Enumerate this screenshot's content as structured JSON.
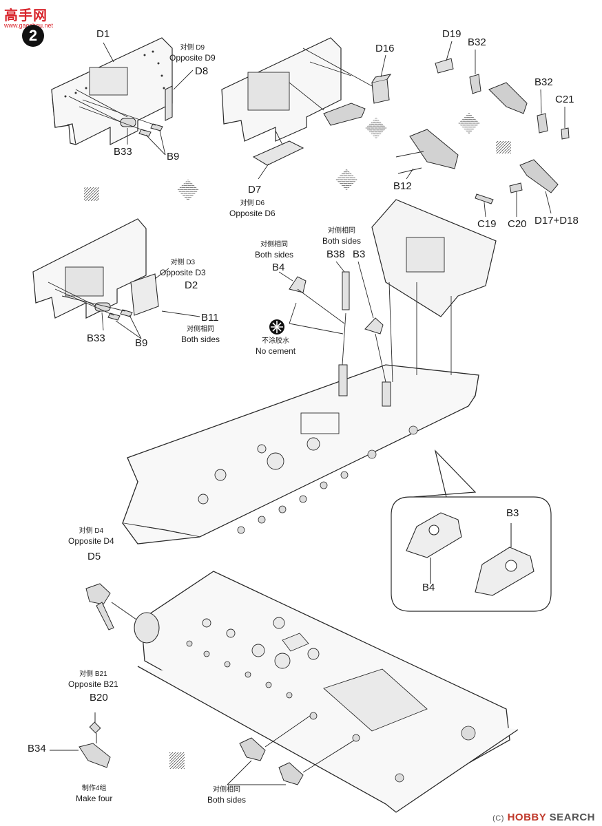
{
  "logo": {
    "text": "高手网",
    "url": "www.gaoshou.net"
  },
  "step_number": "2",
  "watermark": {
    "prefix": "(C)",
    "brand": "HOBBY",
    "suffix": "SEARCH"
  },
  "labels": {
    "d1": "D1",
    "d8": "D8",
    "b33_top": "B33",
    "b9_top": "B9",
    "d16": "D16",
    "d7": "D7",
    "d19": "D19",
    "b32_a": "B32",
    "b32_b": "B32",
    "c21": "C21",
    "b12": "B12",
    "c19": "C19",
    "c20": "C20",
    "d17_d18": "D17+D18",
    "d2": "D2",
    "b11": "B11",
    "b33_mid": "B33",
    "b9_mid": "B9",
    "b4": "B4",
    "b38": "B38",
    "b3": "B3",
    "b4_zoom": "B4",
    "b3_zoom": "B3",
    "d5": "D5",
    "b20": "B20",
    "b34": "B34"
  },
  "notes": {
    "opp_d9": {
      "cn": "对侧 D9",
      "en": "Opposite D9"
    },
    "opp_d6": {
      "cn": "对侧 D6",
      "en": "Opposite D6"
    },
    "opp_d3": {
      "cn": "对侧 D3",
      "en": "Opposite D3"
    },
    "both_b11": {
      "cn": "对侧相同",
      "en": "Both sides"
    },
    "both_b4": {
      "cn": "对侧相同",
      "en": "Both sides"
    },
    "both_top": {
      "cn": "对侧相同",
      "en": "Both sides"
    },
    "no_cement": {
      "cn": "不涂胶水",
      "en": "No cement"
    },
    "opp_d4": {
      "cn": "对侧 D4",
      "en": "Opposite D4"
    },
    "opp_b21": {
      "cn": "对侧 B21",
      "en": "Opposite B21"
    },
    "make_four": {
      "cn": "制作4组",
      "en": "Make four"
    },
    "both_bottom": {
      "cn": "对侧相同",
      "en": "Both sides"
    }
  },
  "colors": {
    "line": "#2a2a2a",
    "fill": "#f4f4f4",
    "shade": "#cfcfcf",
    "logo": "#d8262d"
  }
}
